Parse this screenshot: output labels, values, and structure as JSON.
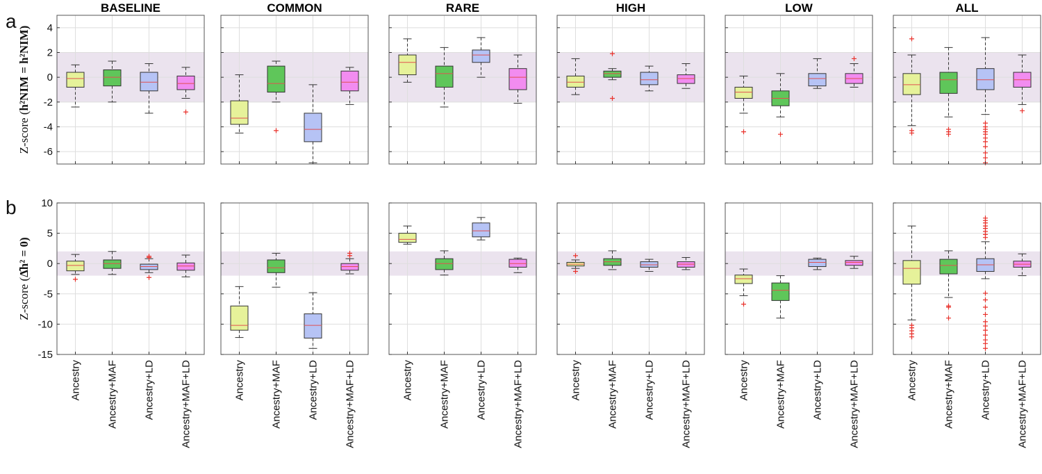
{
  "figure": {
    "row_letters": [
      "a",
      "b"
    ],
    "columns": [
      "BASELINE",
      "COMMON",
      "RARE",
      "HIGH",
      "LOW",
      "ALL"
    ]
  },
  "colors": {
    "Ancestry": "#e6f29a",
    "Ancestry+MAF": "#5fc65a",
    "Ancestry+LD": "#b6c3f5",
    "Ancestry+MAF+LD": "#f28cf0",
    "band": "#ebe3ee",
    "median": "#e05050",
    "outlier": "#e8302a"
  },
  "chart_data": [
    {
      "type": "boxplot",
      "row": "a",
      "ylabel_text": "Z-score (",
      "ylabel_math": "h²NIM = h²NIM",
      "ylim": [
        -7,
        5
      ],
      "yticks": [
        4,
        2,
        0,
        -2,
        -4,
        -6
      ],
      "band": [
        -2,
        2
      ],
      "grid": true,
      "categories": [
        "Ancestry",
        "Ancestry+MAF",
        "Ancestry+LD",
        "Ancestry+MAF+LD"
      ],
      "panels": [
        {
          "title": "BASELINE",
          "boxes": [
            {
              "whislo": -2.4,
              "q1": -0.8,
              "med": -0.1,
              "q3": 0.4,
              "whishi": 1.0,
              "fliers": []
            },
            {
              "whislo": -2.0,
              "q1": -0.7,
              "med": 0.0,
              "q3": 0.6,
              "whishi": 1.3,
              "fliers": []
            },
            {
              "whislo": -2.9,
              "q1": -1.1,
              "med": -0.4,
              "q3": 0.4,
              "whishi": 1.1,
              "fliers": []
            },
            {
              "whislo": -1.7,
              "q1": -1.0,
              "med": -0.5,
              "q3": 0.1,
              "whishi": 0.8,
              "fliers": [
                -2.8
              ]
            }
          ]
        },
        {
          "title": "COMMON",
          "boxes": [
            {
              "whislo": -4.5,
              "q1": -3.8,
              "med": -3.3,
              "q3": -1.9,
              "whishi": 0.2,
              "fliers": []
            },
            {
              "whislo": -2.0,
              "q1": -1.2,
              "med": -0.5,
              "q3": 0.9,
              "whishi": 1.3,
              "fliers": [
                -4.3
              ]
            },
            {
              "whislo": -6.9,
              "q1": -5.2,
              "med": -4.2,
              "q3": -2.9,
              "whishi": -0.6,
              "fliers": []
            },
            {
              "whislo": -2.2,
              "q1": -1.1,
              "med": -0.4,
              "q3": 0.5,
              "whishi": 0.8,
              "fliers": []
            }
          ]
        },
        {
          "title": "RARE",
          "boxes": [
            {
              "whislo": -0.4,
              "q1": 0.2,
              "med": 1.2,
              "q3": 1.8,
              "whishi": 3.1,
              "fliers": []
            },
            {
              "whislo": -2.4,
              "q1": -0.8,
              "med": 0.3,
              "q3": 0.9,
              "whishi": 2.4,
              "fliers": []
            },
            {
              "whislo": 0.0,
              "q1": 1.2,
              "med": 1.8,
              "q3": 2.2,
              "whishi": 3.2,
              "fliers": []
            },
            {
              "whislo": -2.1,
              "q1": -1.0,
              "med": 0.0,
              "q3": 0.7,
              "whishi": 1.8,
              "fliers": []
            }
          ]
        },
        {
          "title": "HIGH",
          "boxes": [
            {
              "whislo": -1.4,
              "q1": -0.8,
              "med": -0.4,
              "q3": 0.1,
              "whishi": 1.5,
              "fliers": []
            },
            {
              "whislo": -0.2,
              "q1": 0.0,
              "med": 0.3,
              "q3": 0.5,
              "whishi": 0.7,
              "fliers": [
                1.9,
                -1.7
              ]
            },
            {
              "whislo": -1.1,
              "q1": -0.6,
              "med": -0.2,
              "q3": 0.4,
              "whishi": 0.9,
              "fliers": []
            },
            {
              "whislo": -0.9,
              "q1": -0.5,
              "med": -0.1,
              "q3": 0.2,
              "whishi": 1.1,
              "fliers": []
            }
          ]
        },
        {
          "title": "LOW",
          "boxes": [
            {
              "whislo": -2.9,
              "q1": -1.7,
              "med": -1.2,
              "q3": -0.8,
              "whishi": 0.1,
              "fliers": [
                -4.4
              ]
            },
            {
              "whislo": -3.2,
              "q1": -2.3,
              "med": -1.7,
              "q3": -1.1,
              "whishi": 0.3,
              "fliers": [
                -4.6
              ]
            },
            {
              "whislo": -0.9,
              "q1": -0.7,
              "med": -0.1,
              "q3": 0.3,
              "whishi": 1.5,
              "fliers": []
            },
            {
              "whislo": -0.8,
              "q1": -0.5,
              "med": -0.1,
              "q3": 0.3,
              "whishi": 1.1,
              "fliers": [
                1.5
              ]
            }
          ]
        },
        {
          "title": "ALL",
          "boxes": [
            {
              "whislo": -3.9,
              "q1": -1.4,
              "med": -0.6,
              "q3": 0.3,
              "whishi": 1.8,
              "fliers": [
                3.1,
                -4.3,
                -4.5
              ]
            },
            {
              "whislo": -3.2,
              "q1": -1.3,
              "med": -0.2,
              "q3": 0.4,
              "whishi": 2.4,
              "fliers": [
                -4.2,
                -4.4,
                -4.6
              ]
            },
            {
              "whislo": -3.0,
              "q1": -1.0,
              "med": -0.2,
              "q3": 0.7,
              "whishi": 3.2,
              "fliers": [
                -3.7,
                -4.0,
                -4.2,
                -4.4,
                -4.6,
                -4.9,
                -5.2,
                -5.6,
                -6.1,
                -6.5,
                -6.9
              ]
            },
            {
              "whislo": -2.2,
              "q1": -0.8,
              "med": -0.2,
              "q3": 0.4,
              "whishi": 1.8,
              "fliers": [
                -2.7
              ]
            }
          ]
        }
      ]
    },
    {
      "type": "boxplot",
      "row": "b",
      "ylabel_text": "Z-score (",
      "ylabel_math": "Δ̂h² = 0",
      "ylim": [
        -15,
        10
      ],
      "yticks": [
        10,
        5,
        0,
        -5,
        -10,
        -15
      ],
      "band": [
        -2,
        2
      ],
      "grid": true,
      "categories": [
        "Ancestry",
        "Ancestry+MAF",
        "Ancestry+LD",
        "Ancestry+MAF+LD"
      ],
      "panels": [
        {
          "title": "BASELINE",
          "boxes": [
            {
              "whislo": -1.8,
              "q1": -1.2,
              "med": -0.3,
              "q3": 0.4,
              "whishi": 1.5,
              "fliers": [
                -2.6
              ]
            },
            {
              "whislo": -1.8,
              "q1": -0.8,
              "med": 0.0,
              "q3": 0.6,
              "whishi": 2.0,
              "fliers": []
            },
            {
              "whislo": -1.5,
              "q1": -1.0,
              "med": -0.5,
              "q3": -0.1,
              "whishi": 0.8,
              "fliers": [
                1.2,
                1.0,
                -2.3
              ]
            },
            {
              "whislo": -2.2,
              "q1": -1.1,
              "med": -0.4,
              "q3": 0.1,
              "whishi": 1.4,
              "fliers": []
            }
          ]
        },
        {
          "title": "COMMON",
          "boxes": [
            {
              "whislo": -12.2,
              "q1": -11.0,
              "med": -10.2,
              "q3": -7.0,
              "whishi": -3.8,
              "fliers": []
            },
            {
              "whislo": -3.9,
              "q1": -1.5,
              "med": -0.7,
              "q3": 0.6,
              "whishi": 1.7,
              "fliers": []
            },
            {
              "whislo": -14.0,
              "q1": -12.3,
              "med": -10.2,
              "q3": -8.3,
              "whishi": -4.8,
              "fliers": []
            },
            {
              "whislo": -1.7,
              "q1": -1.1,
              "med": -0.5,
              "q3": 0.0,
              "whishi": 0.8,
              "fliers": [
                1.7,
                1.3
              ]
            }
          ]
        },
        {
          "title": "RARE",
          "boxes": [
            {
              "whislo": 3.2,
              "q1": 3.5,
              "med": 4.0,
              "q3": 5.0,
              "whishi": 6.2,
              "fliers": []
            },
            {
              "whislo": -1.9,
              "q1": -1.0,
              "med": 0.0,
              "q3": 0.8,
              "whishi": 2.1,
              "fliers": []
            },
            {
              "whislo": 3.9,
              "q1": 4.4,
              "med": 5.4,
              "q3": 6.7,
              "whishi": 7.6,
              "fliers": []
            },
            {
              "whislo": -1.5,
              "q1": -0.6,
              "med": 0.0,
              "q3": 0.7,
              "whishi": 0.9,
              "fliers": []
            }
          ]
        },
        {
          "title": "HIGH",
          "boxes": [
            {
              "whislo": -0.8,
              "q1": -0.4,
              "med": -0.1,
              "q3": 0.2,
              "whishi": 0.6,
              "fliers": [
                1.3,
                -1.3
              ]
            },
            {
              "whislo": -1.0,
              "q1": -0.3,
              "med": 0.3,
              "q3": 0.8,
              "whishi": 2.1,
              "fliers": []
            },
            {
              "whislo": -1.3,
              "q1": -0.6,
              "med": -0.2,
              "q3": 0.3,
              "whishi": 0.7,
              "fliers": []
            },
            {
              "whislo": -1.0,
              "q1": -0.6,
              "med": -0.1,
              "q3": 0.3,
              "whishi": 1.0,
              "fliers": []
            }
          ]
        },
        {
          "title": "LOW",
          "boxes": [
            {
              "whislo": -5.3,
              "q1": -3.3,
              "med": -2.5,
              "q3": -1.9,
              "whishi": -0.9,
              "fliers": [
                -6.7
              ]
            },
            {
              "whislo": -9.0,
              "q1": -6.1,
              "med": -4.4,
              "q3": -3.2,
              "whishi": -2.0,
              "fliers": []
            },
            {
              "whislo": -1.0,
              "q1": -0.5,
              "med": 0.2,
              "q3": 0.7,
              "whishi": 0.9,
              "fliers": []
            },
            {
              "whislo": -0.8,
              "q1": -0.3,
              "med": 0.2,
              "q3": 0.5,
              "whishi": 1.2,
              "fliers": []
            }
          ]
        },
        {
          "title": "ALL",
          "boxes": [
            {
              "whislo": -9.3,
              "q1": -3.4,
              "med": -0.8,
              "q3": 0.5,
              "whishi": 6.2,
              "fliers": [
                -10.2,
                -10.6,
                -11.1,
                -11.6,
                -12.1
              ]
            },
            {
              "whislo": -5.6,
              "q1": -1.7,
              "med": -0.3,
              "q3": 0.7,
              "whishi": 2.1,
              "fliers": [
                -7.0,
                -7.2,
                -9.0
              ]
            },
            {
              "whislo": -2.5,
              "q1": -1.3,
              "med": -0.2,
              "q3": 0.8,
              "whishi": 3.6,
              "fliers": [
                7.5,
                7.1,
                6.7,
                6.2,
                5.8,
                5.3,
                4.8,
                4.3,
                -4.9,
                -6.0,
                -7.2,
                -8.4,
                -9.6,
                -10.3,
                -11.0,
                -11.8,
                -12.6,
                -13.2,
                -14.0
              ]
            },
            {
              "whislo": -2.0,
              "q1": -0.6,
              "med": -0.1,
              "q3": 0.4,
              "whishi": 1.6,
              "fliers": []
            }
          ]
        }
      ]
    }
  ]
}
